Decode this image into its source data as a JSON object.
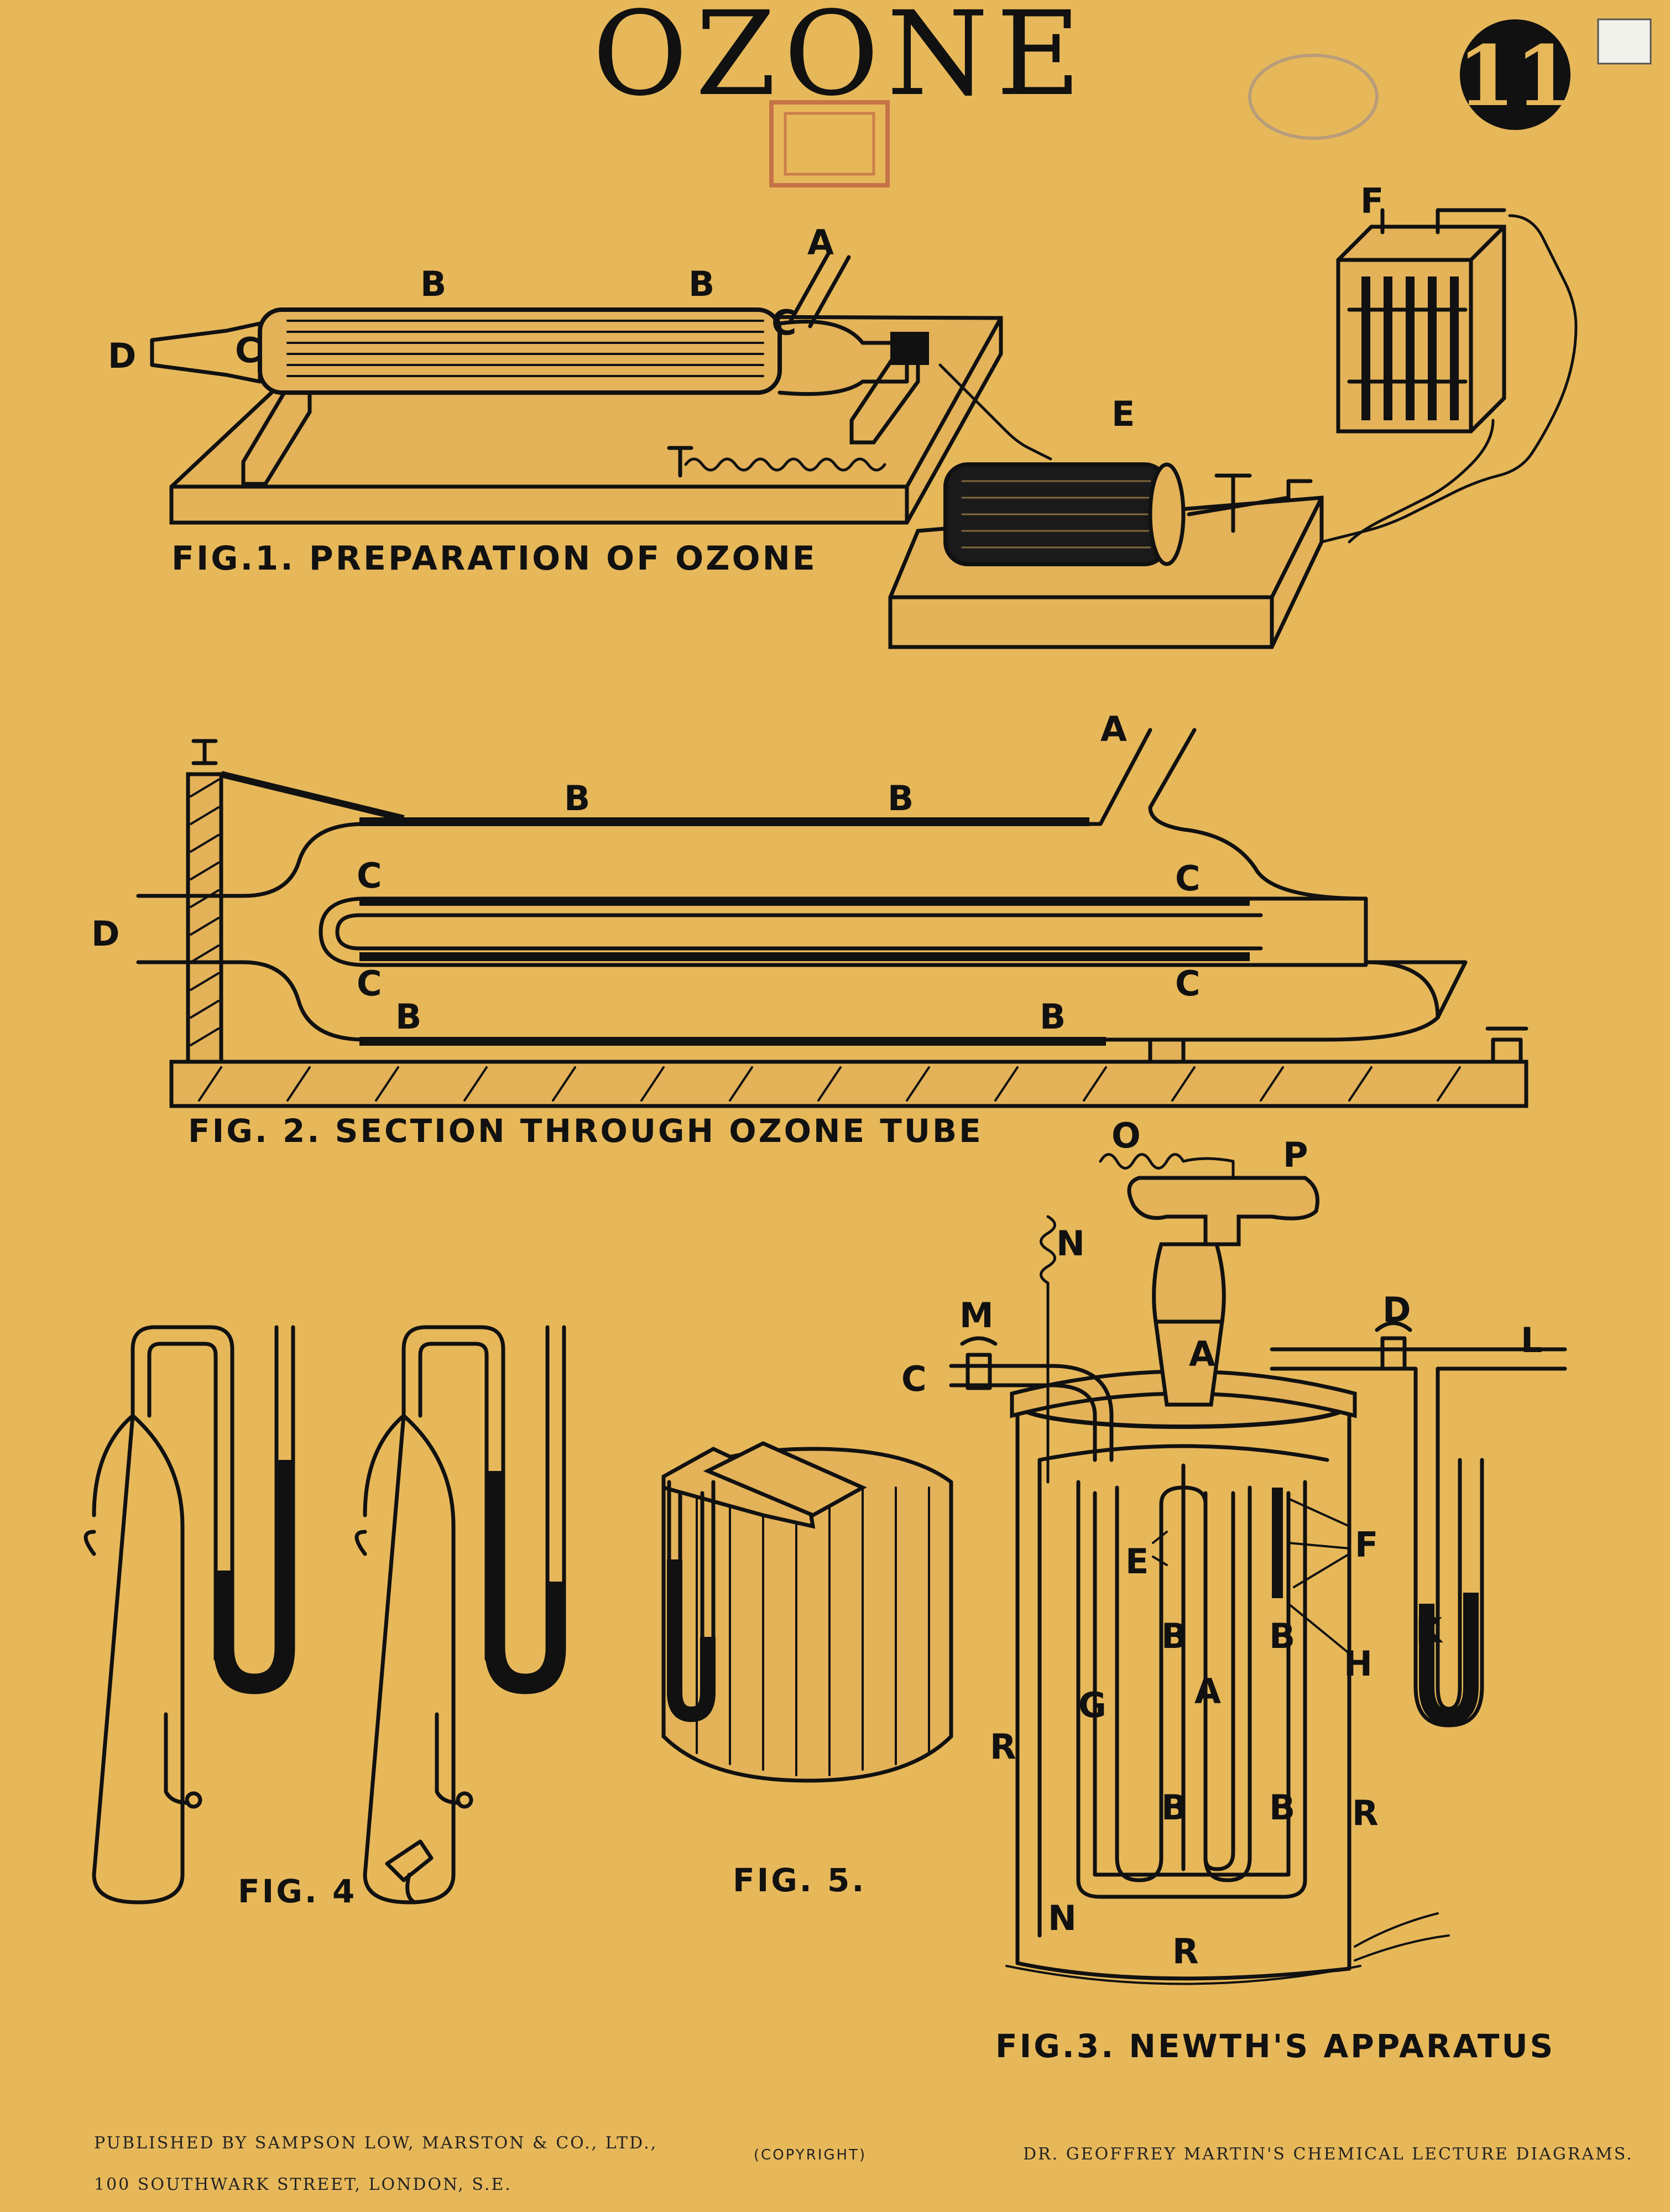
{
  "poster": {
    "title": "OZONE",
    "plate_number": "11",
    "copyright": "(COPYRIGHT)",
    "publisher_line1": "PUBLISHED BY SAMPSON LOW, MARSTON & CO., LTD.,",
    "publisher_line2": "100 SOUTHWARK STREET, LONDON, S.E.",
    "series_credit": "DR. GEOFFREY MARTIN'S CHEMICAL LECTURE DIAGRAMS."
  },
  "fig1": {
    "caption": "FIG.1. PREPARATION OF OZONE",
    "labels": {
      "A": "A",
      "B1": "B",
      "B2": "B",
      "C1": "C",
      "C2": "C",
      "D": "D",
      "E": "E",
      "F": "F"
    }
  },
  "fig2": {
    "caption": "FIG. 2. SECTION THROUGH OZONE TUBE",
    "labels": {
      "A": "A",
      "B1": "B",
      "B2": "B",
      "B3": "B",
      "B4": "B",
      "C1": "C",
      "C2": "C",
      "C3": "C",
      "C4": "C",
      "D": "D"
    }
  },
  "fig3": {
    "caption": "FIG.3. NEWTH'S APPARATUS",
    "labels": {
      "O": "O",
      "P": "P",
      "N1": "N",
      "M": "M",
      "C": "C",
      "D": "D",
      "L": "L",
      "A1": "A",
      "A2": "A",
      "E": "E",
      "F": "F",
      "H": "H",
      "K": "K",
      "G": "G",
      "B1": "B",
      "B2": "B",
      "B3": "B",
      "B4": "B",
      "R1": "R",
      "R2": "R",
      "R3": "R",
      "N2": "N"
    }
  },
  "fig4": {
    "caption": "FIG. 4"
  },
  "fig5": {
    "caption": "FIG. 5."
  }
}
